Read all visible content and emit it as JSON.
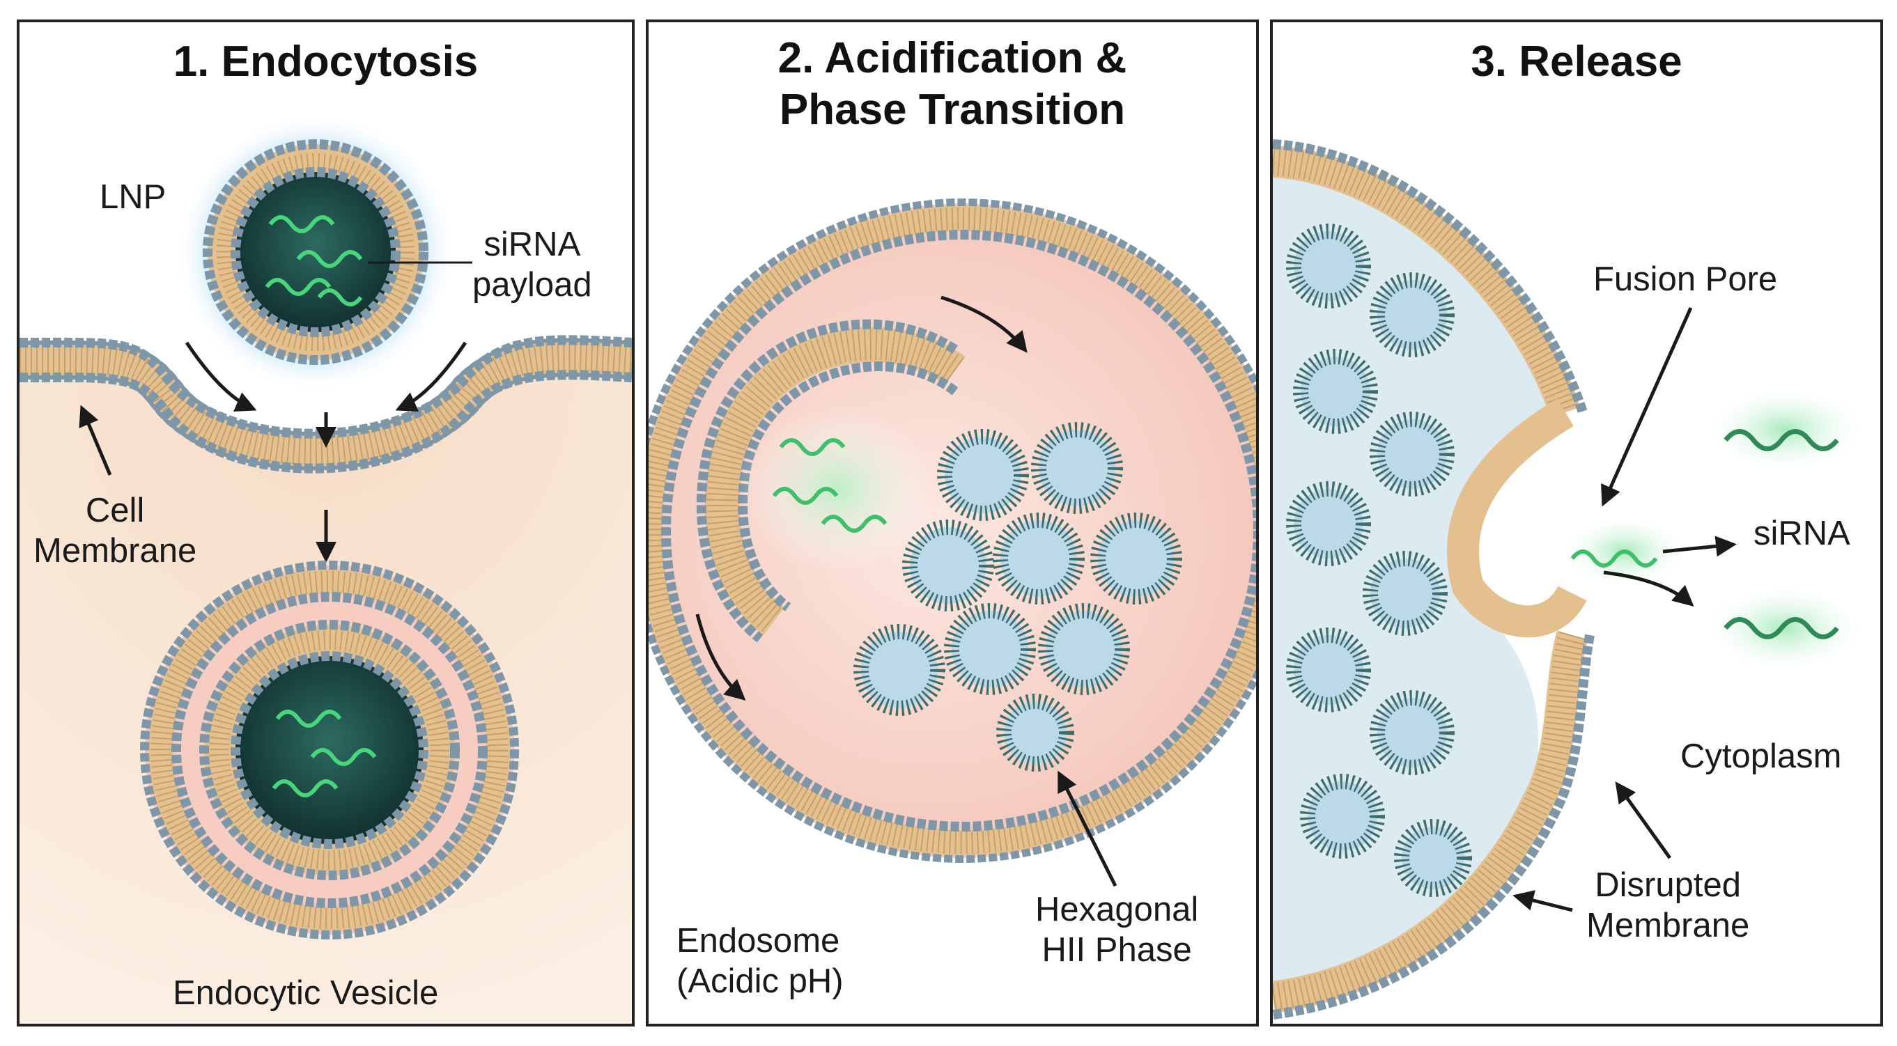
{
  "panels": [
    {
      "title": "1. Endocytosis",
      "labels": {
        "lnp": "LNP",
        "sirna_payload": "siRNA\npayload",
        "cell_membrane": "Cell\nMembrane",
        "endocytic_vesicle": "Endocytic Vesicle"
      }
    },
    {
      "title": "2. Acidification &\nPhase Transition",
      "labels": {
        "endosome": "Endosome\n(Acidic pH)",
        "hexagonal_phase": "Hexagonal\nHII Phase"
      }
    },
    {
      "title": "3. Release",
      "labels": {
        "fusion_pore": "Fusion Pore",
        "sirna": "siRNA",
        "cytoplasm": "Cytoplasm",
        "disrupted_membrane": "Disrupted\nMembrane"
      }
    }
  ],
  "colors": {
    "lipid_tail": "#d9b37a",
    "lipid_head": "#7e97a8",
    "core": "#1f4a47",
    "rna": "#49d67a",
    "endosome_fill": "#f7d5cc",
    "cytoplasm_fill": "#f8e6d4",
    "hexagonal_lipid": "#3f6e6a",
    "water_channel": "#bcd9ea"
  }
}
